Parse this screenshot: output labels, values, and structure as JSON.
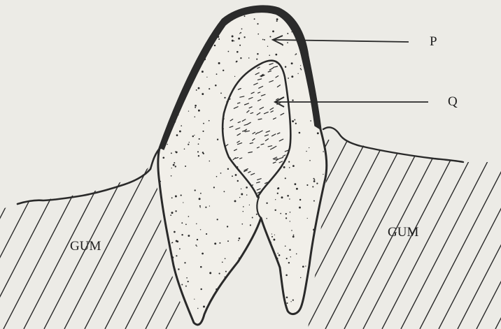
{
  "labels": {
    "p": "P",
    "q": "Q",
    "gum_left": "GUM",
    "gum_right": "GUM"
  },
  "colors": {
    "paper": "#ecebe6",
    "ink": "#2a2a2a",
    "enamel": "#2b2b2b",
    "dentine": "#f1efe9"
  }
}
